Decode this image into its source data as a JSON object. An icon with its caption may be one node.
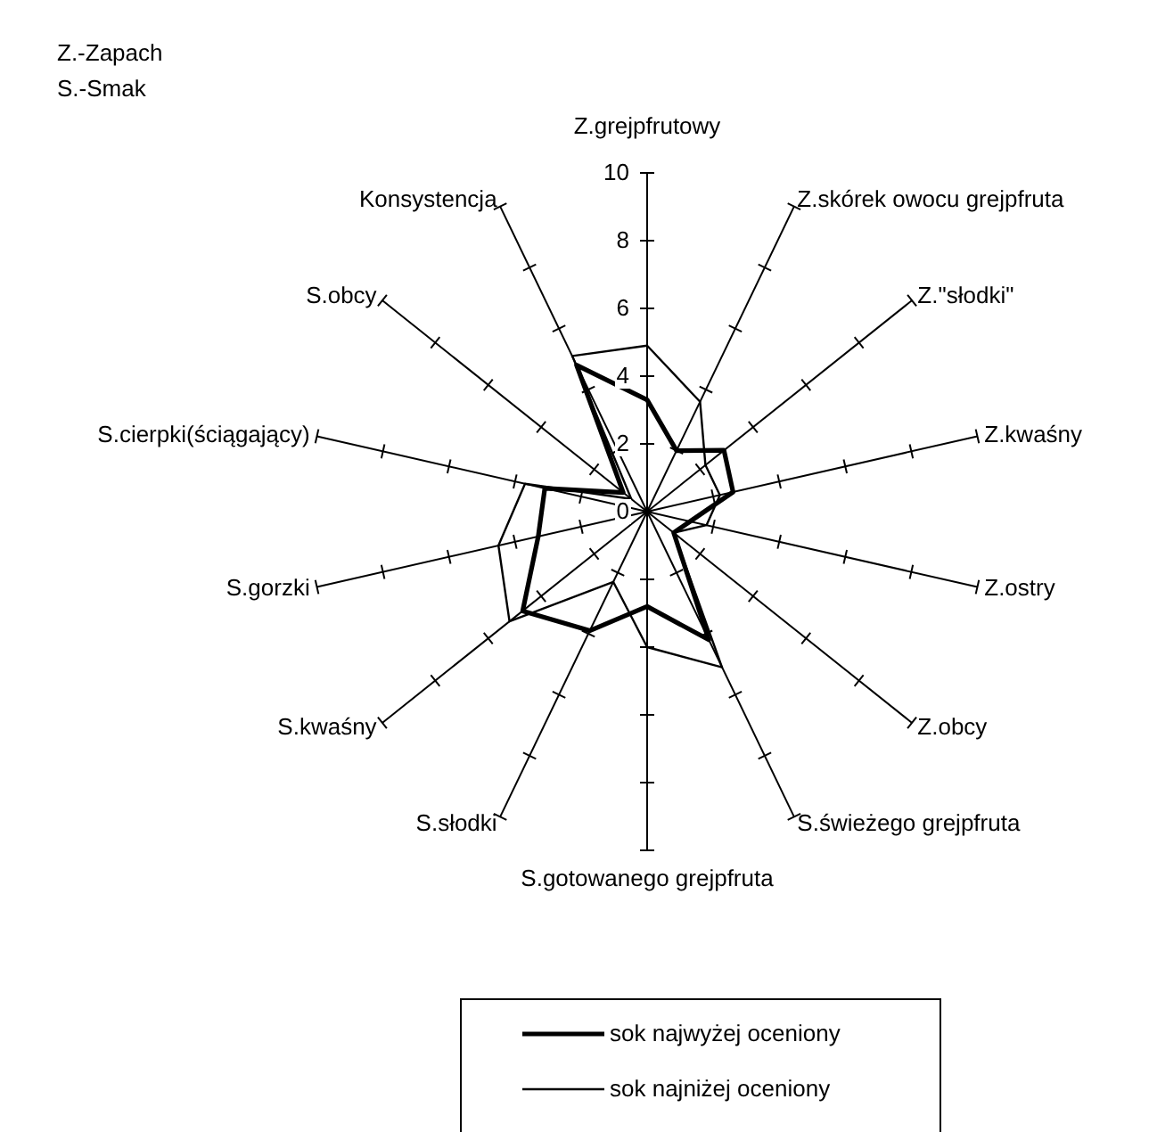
{
  "diagram": {
    "labels": [
      "Z.-Zapach",
      "S.-Smak",
      "Z.grejpfrutowy",
      "10",
      "Konsystencja",
      "Z.skórek owocu grejpfruta",
      "8",
      "S.obcy",
      "Z.\"słodki\"",
      "6",
      "4",
      "S.cierpki(ściągający)",
      "2",
      "Z.kwaśny",
      "0",
      "S.gorzki",
      "Z.ostry",
      "S.kwaśny",
      "Z.obcy",
      "S.słodki",
      "S.świeżego grejpfruta",
      "S.gotowanego grejpfruta"
    ],
    "legend": [
      {
        "text": "sok najwyżej oceniony"
      },
      {
        "text": "sok najniżej oceniony"
      }
    ]
  }
}
